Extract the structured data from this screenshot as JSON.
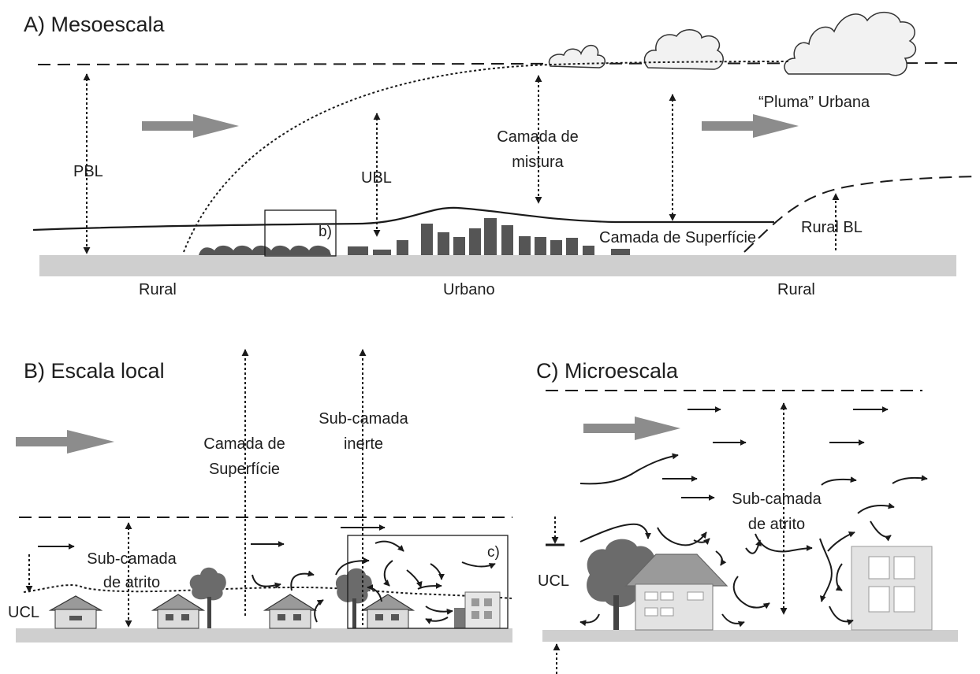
{
  "panel_a": {
    "title": "A)  Mesoescala",
    "labels": {
      "pbl": "PBL",
      "ubl": "UBL",
      "mixing_line1": "Camada de",
      "mixing_line2": "mistura",
      "plume": "“Pluma” Urbana",
      "box_b": "b)",
      "surface": "Camada de Superfície",
      "rural_bl": "Rural BL",
      "rural_left": "Rural",
      "urban": "Urbano",
      "rural_right": "Rural"
    }
  },
  "panel_b": {
    "title": "B) Escala local",
    "labels": {
      "surface_line1": "Camada de",
      "surface_line2": "Superfície",
      "inertial_line1": "Sub-camada",
      "inertial_line2": "inerte",
      "roughness_line1": "Sub-camada",
      "roughness_line2": "de atrito",
      "ucl": "UCL",
      "box_c": "c)"
    }
  },
  "panel_c": {
    "title": "C) Microescala",
    "labels": {
      "roughness_line1": "Sub-camada",
      "roughness_line2": "de atrito",
      "ucl": "UCL"
    }
  },
  "colors": {
    "ground": "#cfcfcf",
    "building_dark": "#555555",
    "wind_arrow": "#8c8c8c",
    "tree": "#6b6b6b",
    "house_wall": "#dcdcdc",
    "roof": "#9a9a9a",
    "cloud": "#f2f2f2"
  }
}
